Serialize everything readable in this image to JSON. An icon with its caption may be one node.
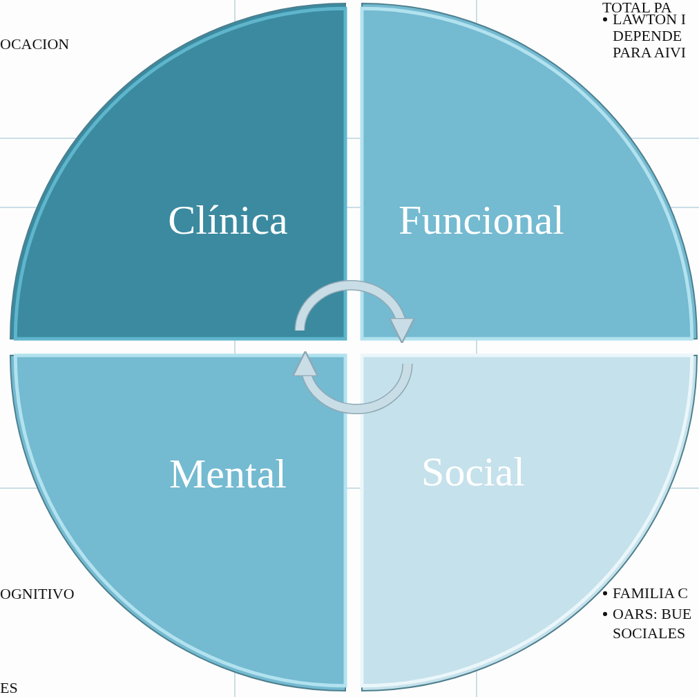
{
  "diagram": {
    "nodes": [
      {
        "text": [
          "Clínica"
        ]
      },
      {
        "text": [
          "Funcional"
        ]
      },
      {
        "text": [
          "Mental"
        ]
      },
      {
        "text": [
          "Social"
        ]
      }
    ],
    "edges": [
      {
        "from": 0,
        "to": 1,
        "arrow": "to"
      },
      {
        "from": 3,
        "to": 2,
        "arrow": "to"
      }
    ],
    "labels": [
      "TOTAL PA",
      "OCACION",
      "LAWTON I",
      "DEPENDE",
      "PARA AIVI",
      "OGNITIVO",
      "FAMILIA C",
      "OARS: BUE",
      "SOCIALES",
      "ES"
    ]
  }
}
